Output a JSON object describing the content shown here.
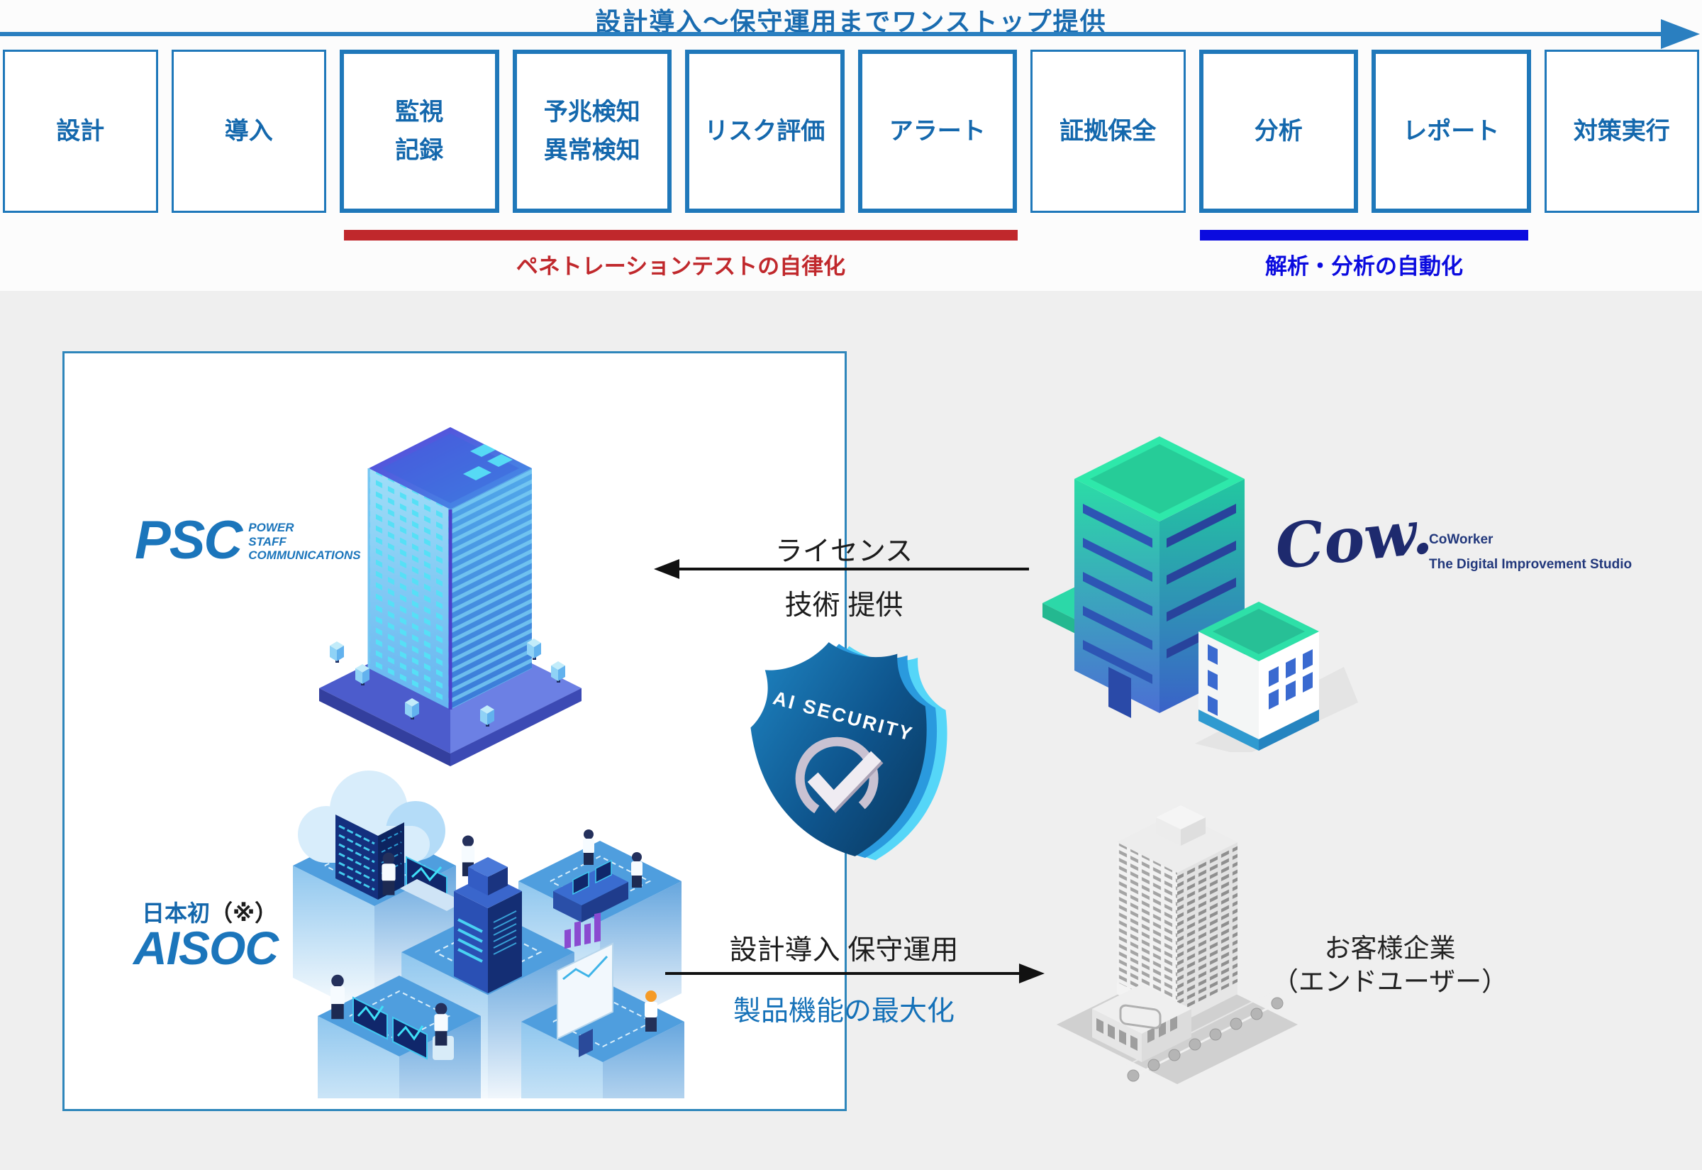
{
  "header": {
    "title": "設計導入〜保守運用までワンストップ提供",
    "steps": [
      {
        "label": "設計"
      },
      {
        "label": "導入"
      },
      {
        "label": "監視\n記録"
      },
      {
        "label": "予兆検知\n異常検知"
      },
      {
        "label": "リスク評価"
      },
      {
        "label": "アラート"
      },
      {
        "label": "証拠保全"
      },
      {
        "label": "分析"
      },
      {
        "label": "レポート"
      },
      {
        "label": "対策実行"
      }
    ],
    "groups": {
      "pentest": {
        "label": "ペネトレーションテストの自律化",
        "color": "#c0282c"
      },
      "analysis": {
        "label": "解析・分析の自動化",
        "color": "#0b0bdf"
      }
    }
  },
  "stage": {
    "psc": {
      "logo": "PSC",
      "sub1": "POWER",
      "sub2": "STAFF",
      "sub3": "COMMUNICATIONS"
    },
    "aisoc": {
      "pre": "日本初",
      "note": "（※）",
      "name": "AISOC"
    },
    "license": {
      "line1": "ライセンス",
      "line2": "技術 提供"
    },
    "deploy": {
      "line1": "設計導入 保守運用",
      "line2": "製品機能の最大化"
    },
    "shield": {
      "label": "AI SECURITY"
    },
    "coworker": {
      "script": "Cow.",
      "name": "CoWorker",
      "tagline": "The Digital Improvement Studio"
    },
    "customer": {
      "line1": "お客様企業",
      "line2": "（エンドユーザー）"
    }
  },
  "colors": {
    "step_blue": "#1f78ba",
    "text_blue": "#1468ad",
    "red_accent": "#c0282c",
    "blue_accent": "#0b0bdf",
    "psc_blue": "#1b75bb",
    "coworker_navy": "#1e2a6e",
    "stage_gray": "#efefef"
  }
}
